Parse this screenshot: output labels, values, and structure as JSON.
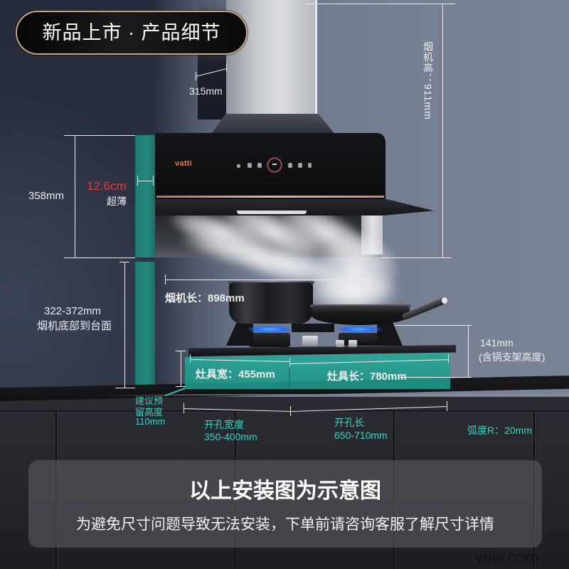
{
  "header": {
    "badge_text": "新品上市 · 产品细节"
  },
  "product": {
    "brand_logo": "vatti",
    "hood_controls": [
      "close-icon",
      "light-icon",
      "fan-low-icon",
      "power-ring-icon",
      "fan-high-icon",
      "clean-icon",
      "delay-icon"
    ]
  },
  "dimensions": {
    "chimney_width": "315mm",
    "hood_height": "烟机高：911mm",
    "hood_body_height": "358mm",
    "thickness_value": "12.6cm",
    "thickness_label": "超薄",
    "install_height_value": "322-372mm",
    "install_height_label": "烟机底部到台面",
    "hood_length": "烟机长：898mm",
    "stove_width": "灶具宽：455mm",
    "stove_length": "灶具长：780mm",
    "stove_height_value": "141mm",
    "stove_height_label": "(含锅支架高度)",
    "reserve_label_line1": "建议预",
    "reserve_label_line2": "留高度",
    "reserve_value": "110mm",
    "cutout_width_label": "开孔宽度",
    "cutout_width_value": "350-400mm",
    "cutout_length_label": "开孔长",
    "cutout_length_value": "650-710mm",
    "corner_radius": "弧度R：20mm"
  },
  "notice": {
    "title": "以上安装图为示意图",
    "subtitle": "为避免尺寸问题导致无法安装，下单前请咨询客服了解尺寸详情"
  },
  "watermark": "v6w.com",
  "colors": {
    "accent_teal": "#25897d",
    "highlight_teal_text": "#3ad2c0",
    "thickness_red": "#e63a46",
    "badge_border_gold": "#caa97f",
    "wall_dark": "#272d3c",
    "wall_light": "#767e92",
    "cabinet": "#2b2c33"
  }
}
